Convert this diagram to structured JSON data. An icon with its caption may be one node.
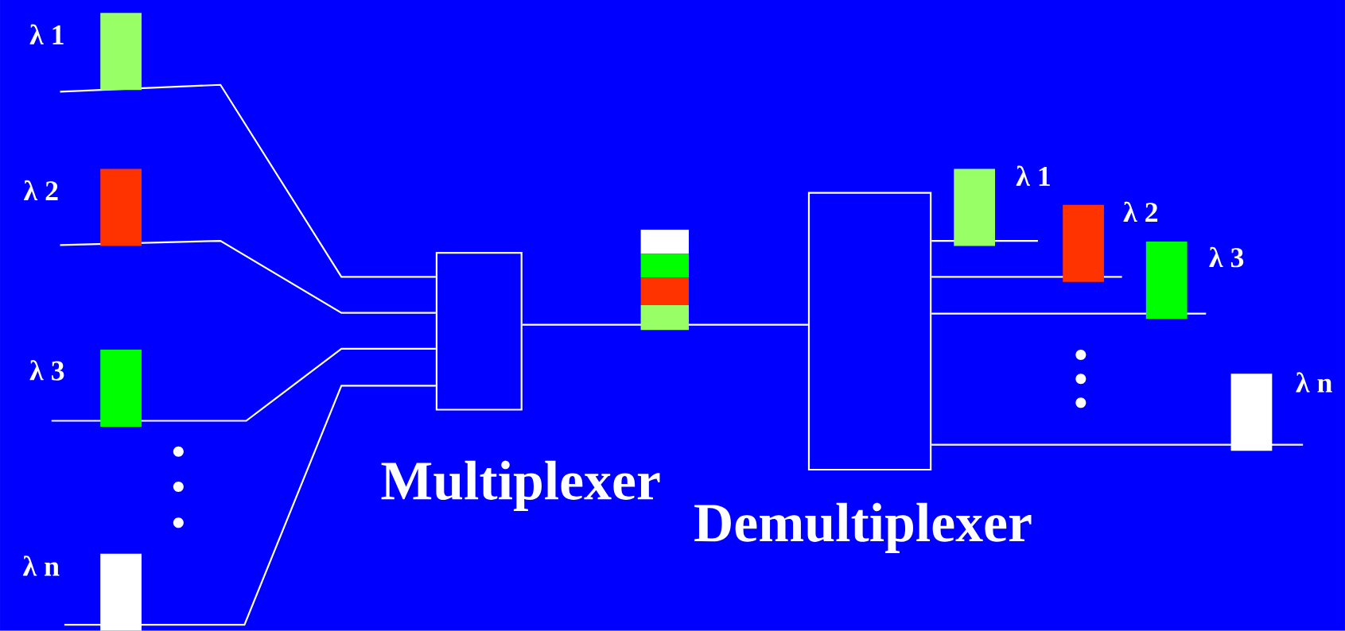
{
  "diagram": {
    "nodes": [
      {
        "text": [
          "Multiplexer"
        ]
      },
      {
        "text": [
          "Demultiplexer"
        ]
      }
    ],
    "edges": [
      {
        "from": null,
        "to": 0,
        "arrow": "none"
      },
      {
        "from": null,
        "to": 0,
        "arrow": "none"
      },
      {
        "from": null,
        "to": 0,
        "arrow": "none"
      },
      {
        "from": null,
        "to": 0,
        "arrow": "none"
      },
      {
        "from": 0,
        "to": 1,
        "arrow": "none"
      },
      {
        "from": 1,
        "to": null,
        "arrow": "none"
      },
      {
        "from": 1,
        "to": null,
        "arrow": "none"
      },
      {
        "from": 1,
        "to": null,
        "arrow": "none"
      },
      {
        "from": 1,
        "to": null,
        "arrow": "none"
      }
    ],
    "labels": [
      "λ 1",
      "λ 2",
      "λ 3",
      "λ n",
      "λ 1",
      "λ 2",
      "λ 3",
      "λ n"
    ]
  }
}
